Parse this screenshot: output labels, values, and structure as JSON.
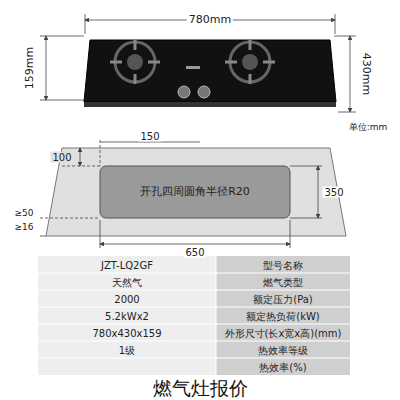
{
  "diagram": {
    "caption": "燃气灶报价",
    "labels": [
      "780mm",
      "159mm",
      "430mm",
      "单位:mm",
      "开孔四周圆角半径R20",
      "150",
      "100",
      "350",
      "≥50",
      "≥16",
      "650",
      "JZT-LQ2GF",
      "型号名称",
      "天然气",
      "燃气类型",
      "2000",
      "额定压力(Pa)",
      "5.2kWx2",
      "额定热负荷(kW)",
      "780x430x159",
      "外形尺寸(长x宽x高)(mm)",
      "1级",
      "热效率等级",
      "热效率(%)"
    ]
  }
}
